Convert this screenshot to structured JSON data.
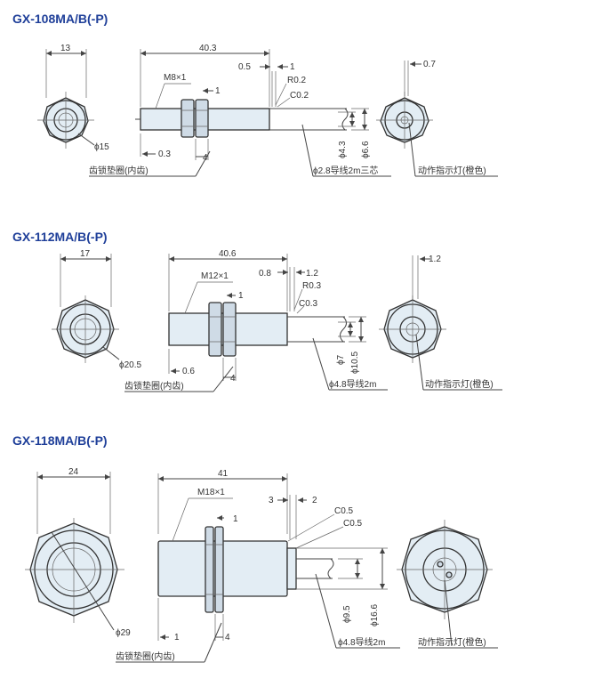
{
  "sections": [
    {
      "title": "GX-108MA/B(-P)",
      "labels": {
        "front_width": "13",
        "front_dia": "ϕ15",
        "total_length": "40.3",
        "thread": "M8×1",
        "nut_gap": "1",
        "tip": "0.3",
        "nut_width": "4",
        "cable_gap1": "0.5",
        "cable_gap2": "1",
        "radius": "R0.2",
        "chamfer": "C0.2",
        "dia_inner": "ϕ4.3",
        "dia_outer": "ϕ6.6",
        "cable": "ϕ2.8导线2m三芯",
        "washer": "齿锁垫圈(内齿)",
        "indicator_gap": "0.7",
        "indicator": "动作指示灯(橙色)"
      }
    },
    {
      "title": "GX-112MA/B(-P)",
      "labels": {
        "front_width": "17",
        "front_dia": "ϕ20.5",
        "total_length": "40.6",
        "thread": "M12×1",
        "nut_gap": "1",
        "tip": "0.6",
        "nut_width": "4",
        "cable_gap1": "0.8",
        "cable_gap2": "1.2",
        "radius": "R0.3",
        "chamfer": "C0.3",
        "dia_inner": "ϕ7",
        "dia_outer": "ϕ10.5",
        "cable": "ϕ4.8导线2m",
        "washer": "齿锁垫圈(内齿)",
        "indicator_gap": "1.2",
        "indicator": "动作指示灯(橙色)"
      }
    },
    {
      "title": "GX-118MA/B(-P)",
      "labels": {
        "front_width": "24",
        "front_dia": "ϕ29",
        "total_length": "41",
        "thread": "M18×1",
        "nut_gap": "1",
        "tip": "1",
        "nut_width": "4",
        "cable_gap1": "3",
        "cable_gap2": "2",
        "radius": "C0.5",
        "chamfer": "C0.5",
        "dia_inner": "ϕ9.5",
        "dia_outer": "ϕ16.6",
        "cable": "ϕ4.8导线2m",
        "washer": "齿锁垫圈(内齿)",
        "indicator_gap": "",
        "indicator": "动作指示灯(橙色)"
      }
    }
  ],
  "colors": {
    "title": "#1f3f99",
    "body_fill": "#e3edf4",
    "line": "#444444"
  }
}
